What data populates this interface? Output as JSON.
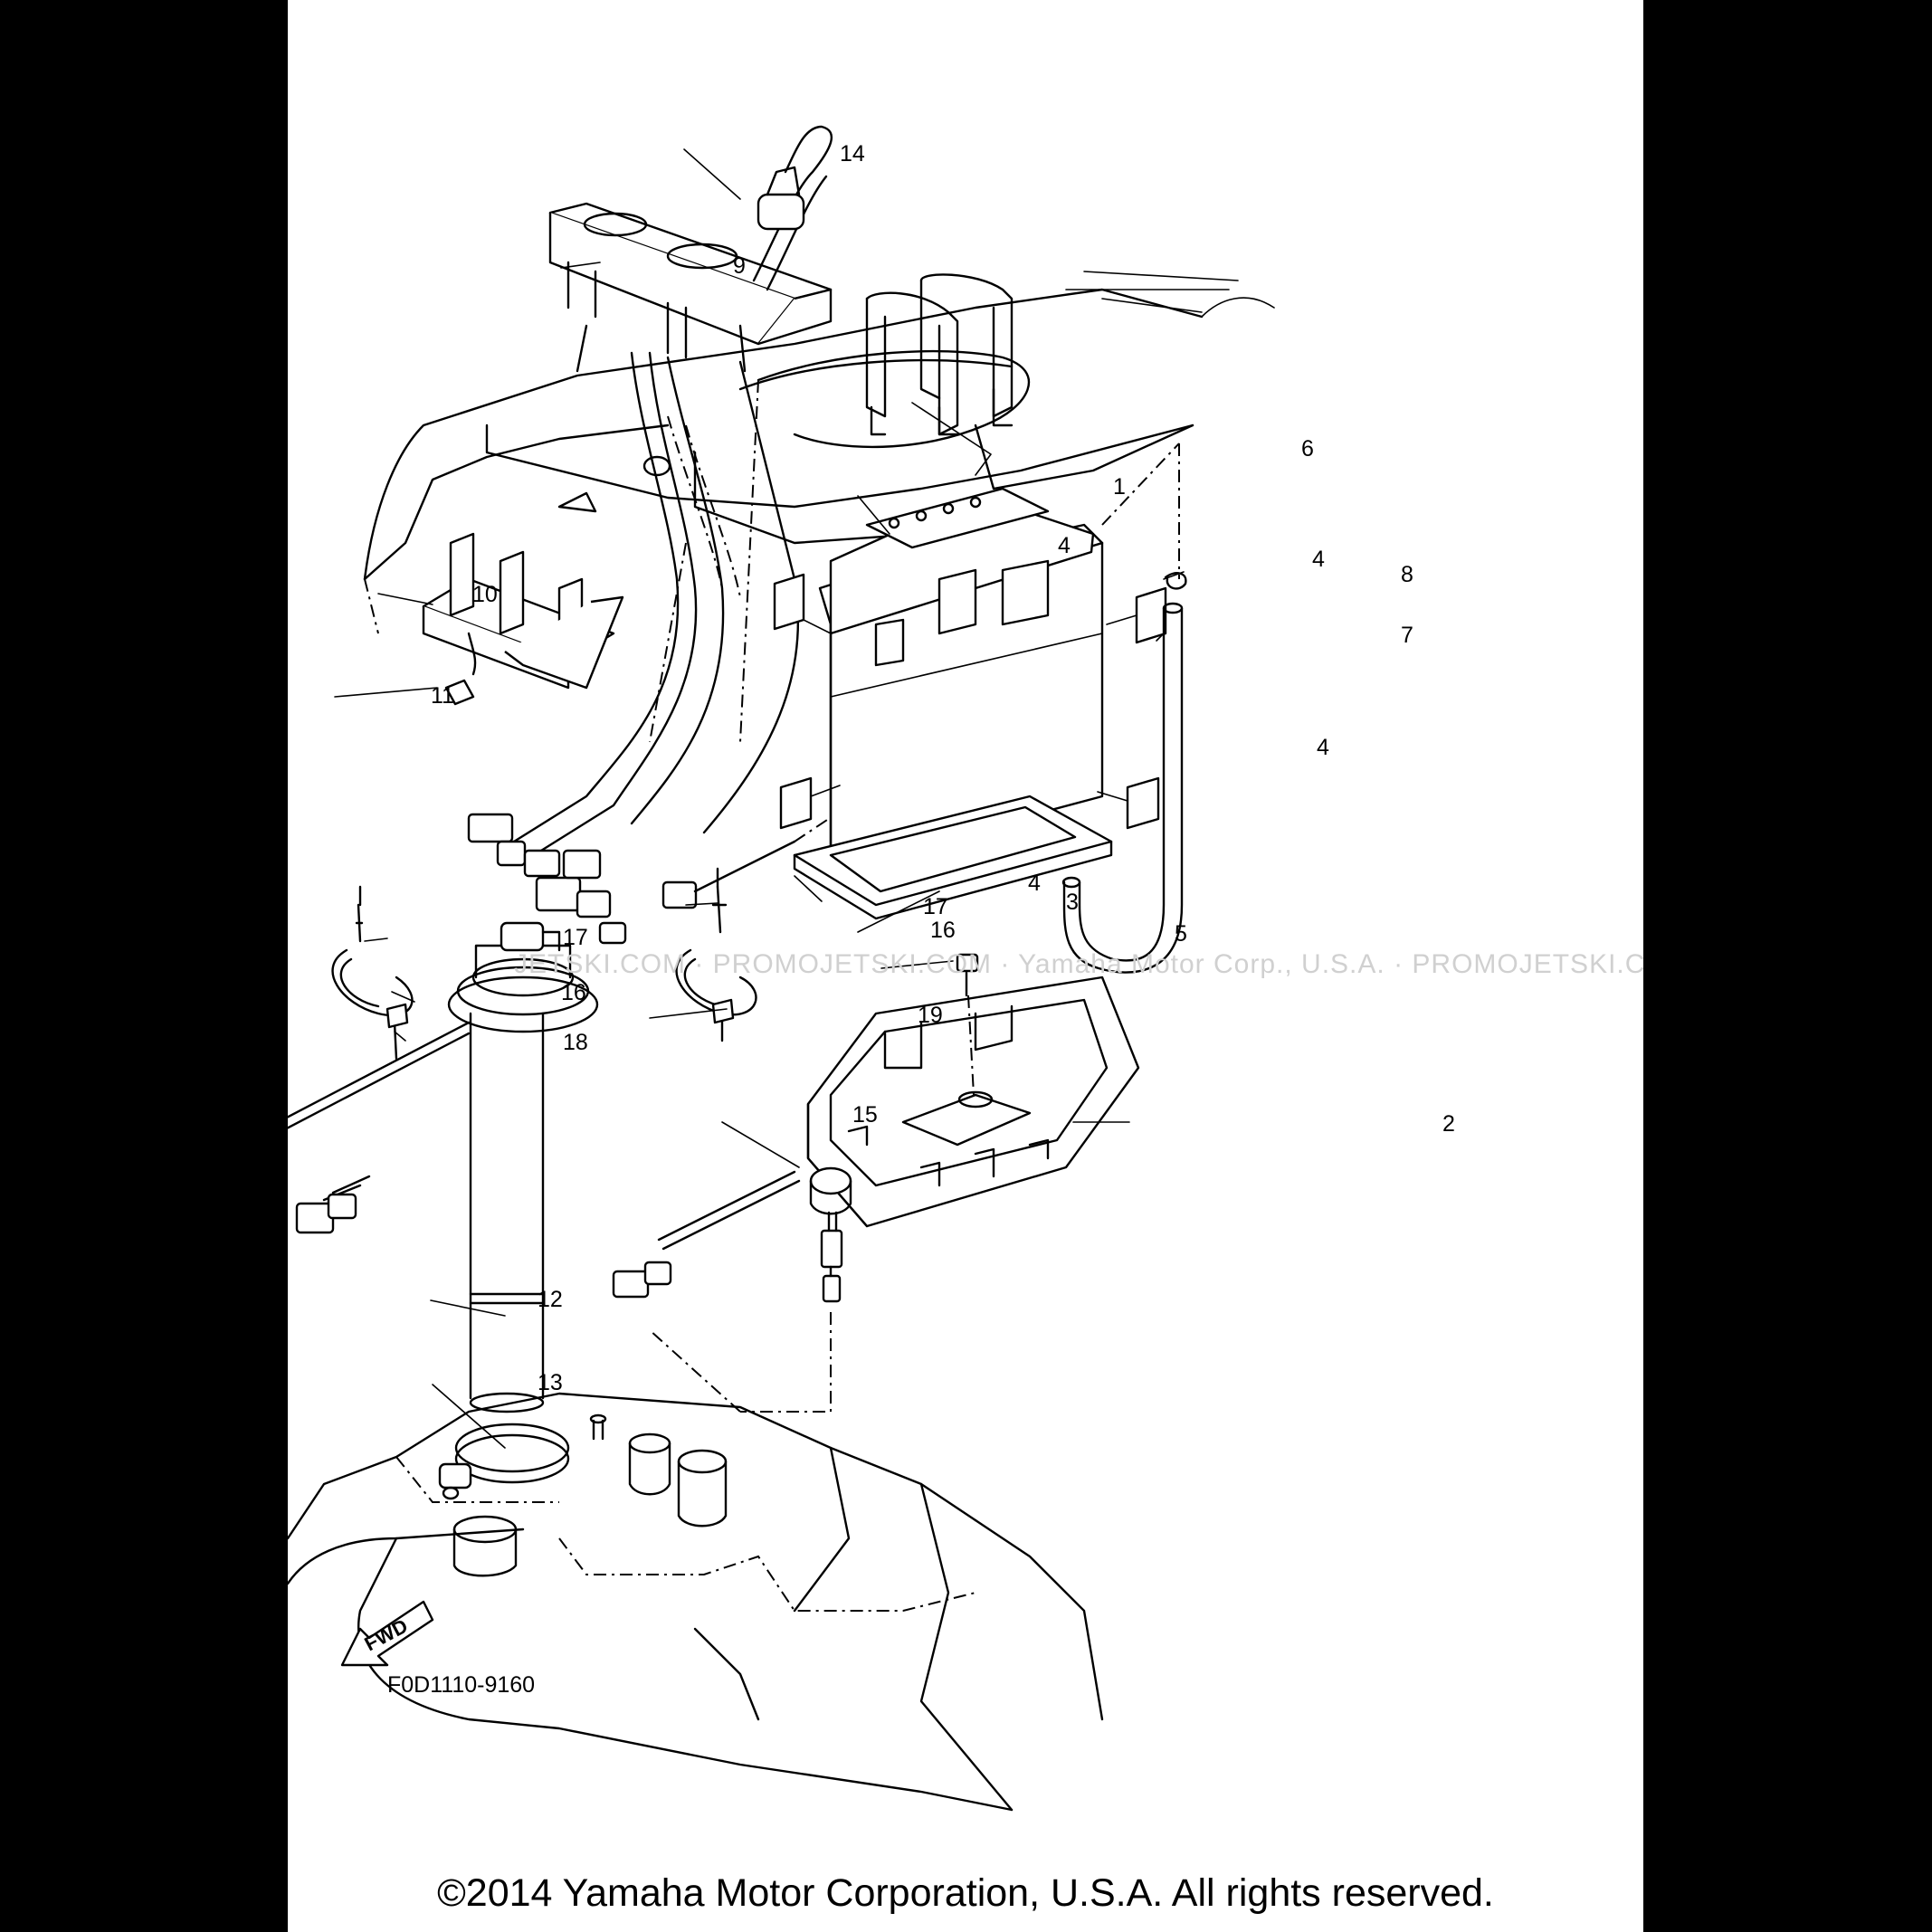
{
  "diagram": {
    "drawing_code": "F0D1110-9160",
    "watermark": "JETSKI.COM · PROMOJETSKI.COM · Yamaha Motor Corp., U.S.A. · PROMOJETSKI.COM",
    "fwd_label": "FWD",
    "copyright": "©2014 Yamaha Motor Corporation, U.S.A. All rights reserved.",
    "callouts": {
      "c1": "1",
      "c2": "2",
      "c3": "3",
      "c4a": "4",
      "c4b": "4",
      "c4c": "4",
      "c4d": "4",
      "c5": "5",
      "c6": "6",
      "c7": "7",
      "c8": "8",
      "c9": "9",
      "c10": "10",
      "c11": "11",
      "c12": "12",
      "c13": "13",
      "c14": "14",
      "c15": "15",
      "c16a": "16",
      "c16b": "16",
      "c17a": "17",
      "c17b": "17",
      "c18": "18",
      "c19": "19"
    }
  }
}
